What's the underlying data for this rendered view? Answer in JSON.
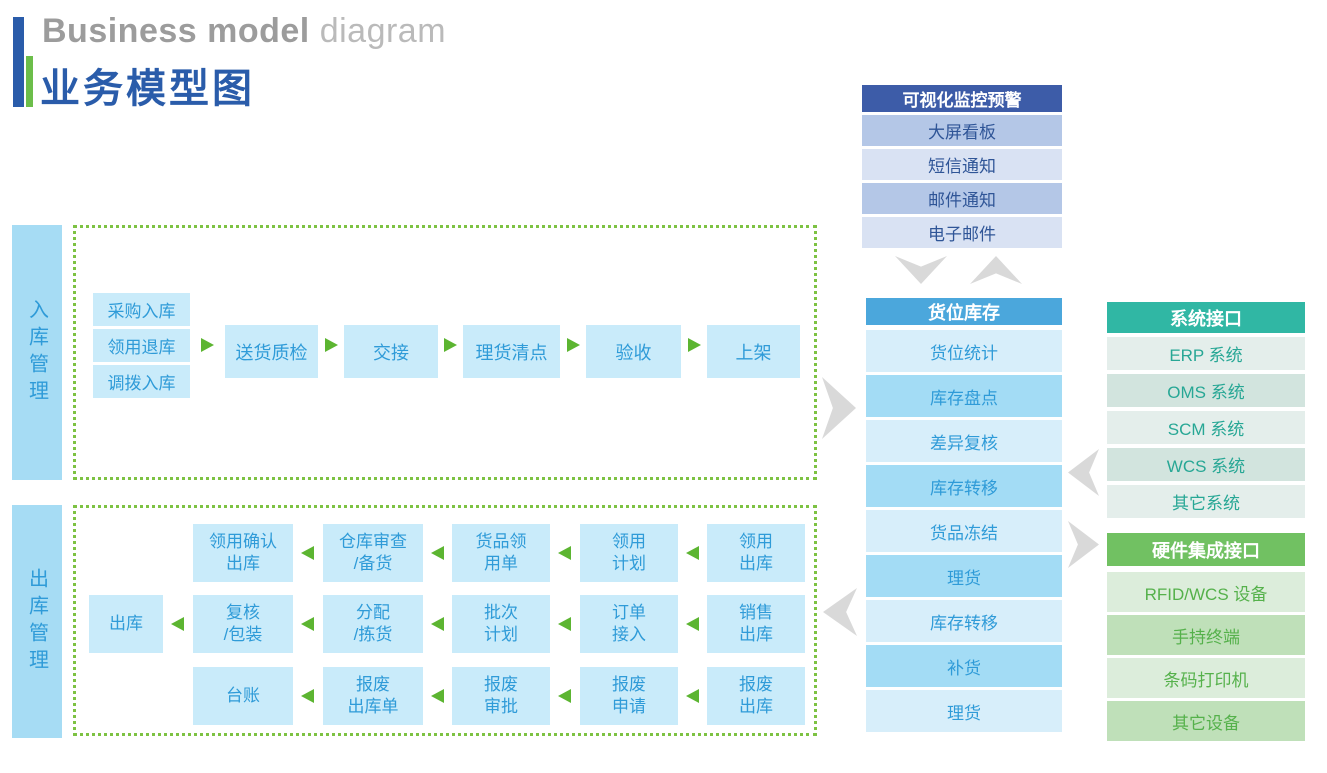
{
  "title": {
    "en_bold": "Business model",
    "en_light": "diagram",
    "zh": "业务模型图"
  },
  "colors": {
    "title_blue": "#2A5CAA",
    "accent_green": "#6CBE4A",
    "monitor_header_bg": "#3D5CA8",
    "inventory_header_bg": "#4BA7DC",
    "system_header_bg": "#30B7A4",
    "hardware_header_bg": "#71C162",
    "flow_box_bg": "#C9EBFA",
    "flow_text": "#2F9BD8",
    "green_arrow": "#5CB531",
    "gray_arrow": "#D9D9D9",
    "dotted_border": "#7DC242"
  },
  "monitor": {
    "header": "可视化监控预警",
    "items": [
      "大屏看板",
      "短信通知",
      "邮件通知",
      "电子邮件"
    ]
  },
  "inventory": {
    "header": "货位库存",
    "items": [
      "货位统计",
      "库存盘点",
      "差异复核",
      "库存转移",
      "货品冻结",
      "理货",
      "库存转移",
      "补货",
      "理货"
    ]
  },
  "system": {
    "header": "系统接口",
    "items": [
      "ERP 系统",
      "OMS 系统",
      "SCM 系统",
      "WCS 系统",
      "其它系统"
    ]
  },
  "hardware": {
    "header": "硬件集成接口",
    "items": [
      "RFID/WCS 设备",
      "手持终端",
      "条码打印机",
      "其它设备"
    ]
  },
  "inbound": {
    "label": "入库管理",
    "sources": [
      "采购入库",
      "领用退库",
      "调拨入库"
    ],
    "steps": [
      "送货质检",
      "交接",
      "理货清点",
      "验收",
      "上架"
    ]
  },
  "outbound": {
    "label": "出库管理",
    "row1": [
      "领用确认\n出库",
      "仓库审查\n/备货",
      "货品领\n用单",
      "领用\n计划",
      "领用\n出库"
    ],
    "row2": [
      "出库",
      "复核\n/包装",
      "分配\n/拣货",
      "批次\n计划",
      "订单\n接入",
      "销售\n出库"
    ],
    "row3": [
      "台账",
      "报废\n出库单",
      "报废\n审批",
      "报废\n申请",
      "报废\n出库"
    ]
  }
}
